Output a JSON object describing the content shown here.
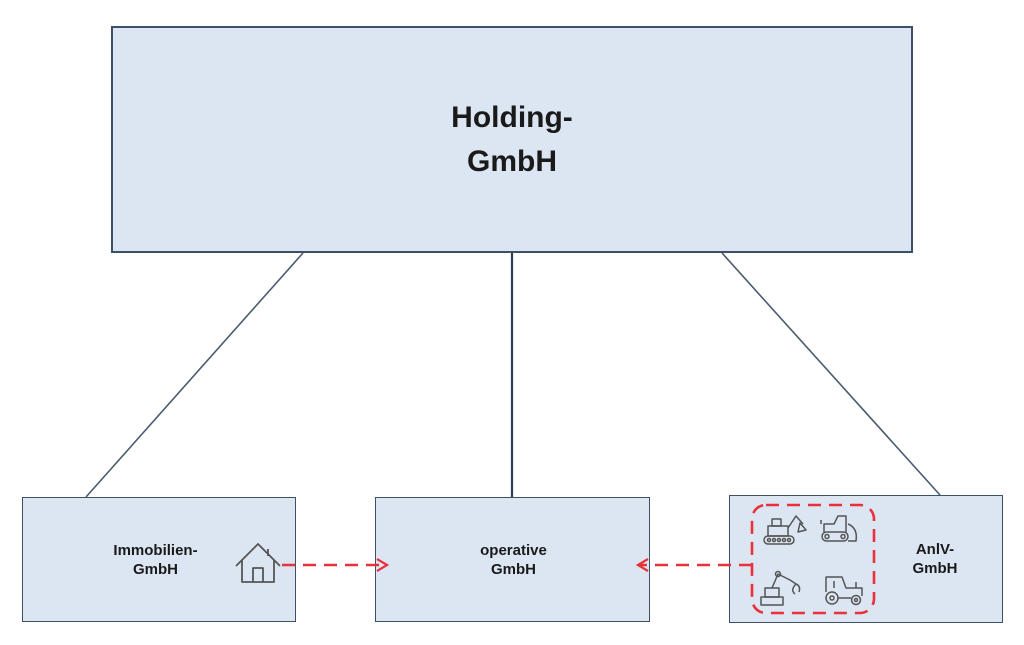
{
  "nodes": {
    "holding": {
      "label": "Holding-\nGmbH"
    },
    "immobilien": {
      "label": "Immobilien-\nGmbH"
    },
    "operative": {
      "label": "operative\nGmbH"
    },
    "anlv": {
      "label": "AnlV-\nGmbH"
    }
  },
  "icons": {
    "immobilien": "house-icon",
    "machines": [
      "excavator-icon",
      "bulldozer-icon",
      "robot-arm-icon",
      "tractor-icon"
    ]
  },
  "colors": {
    "box_fill": "#dce6f2",
    "box_border": "#3d5066",
    "connector": "#3d5066",
    "dashed_arrow": "#e8313a",
    "icon_stroke": "#555555"
  }
}
